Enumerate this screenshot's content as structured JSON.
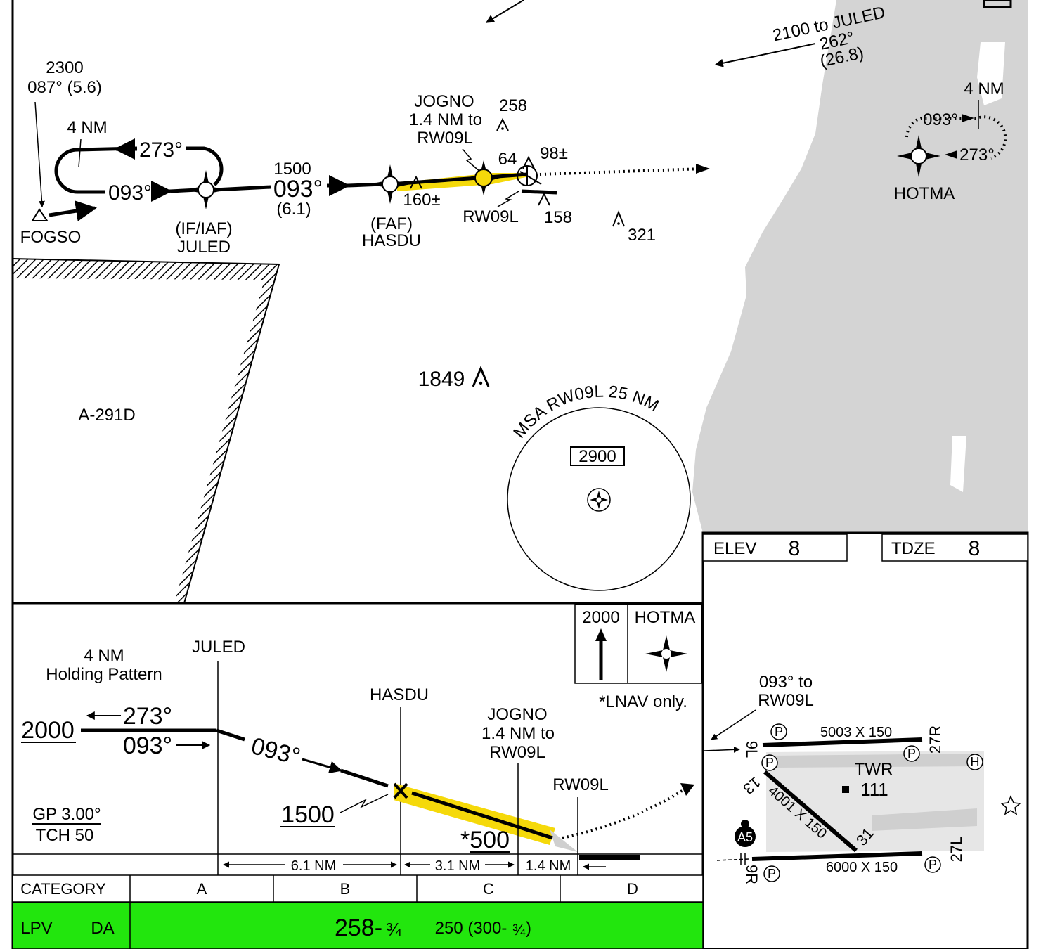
{
  "colors": {
    "land": "#d4d4d4",
    "glidepath_highlight": "#f5d90a",
    "minimums_bg": "#22e60d",
    "line": "#000000"
  },
  "plan_view": {
    "juled_transition": {
      "line1": "2100 to JULED",
      "line2": "262°",
      "line3": "(26.8)"
    },
    "fogso_feeder": {
      "line1": "2300",
      "line2": "087° (5.6)"
    },
    "hold_juled": {
      "length": "4 NM",
      "outbound": "273°",
      "inbound": "093°"
    },
    "segment_juled_hasdu": {
      "altitude": "1500",
      "course": "093°",
      "distance": "(6.1)"
    },
    "jogno": {
      "line1": "JOGNO",
      "line2": "1.4 NM to",
      "line3": "RW09L"
    },
    "fixes": {
      "fogso": "FOGSO",
      "juled_role": "(IF/IAF)",
      "juled": "JULED",
      "hasdu_role": "(FAF)",
      "hasdu": "HASDU",
      "rw09l": "RW09L",
      "hotma": "HOTMA"
    },
    "obstacles": {
      "o258": "258",
      "o160": "160±",
      "o64": "64",
      "o98": "98±",
      "o158": "158",
      "o321": "321",
      "o1849": "1849"
    },
    "hold_hotma": {
      "length": "4 NM",
      "inbound": "093°",
      "outbound": "273°"
    },
    "restricted_area": "A-291D",
    "msa": {
      "label": "MSA RW09L 25 NM",
      "altitude": "2900"
    }
  },
  "airport_info": {
    "elev_label": "ELEV",
    "elev_value": "8",
    "tdze_label": "TDZE",
    "tdze_value": "8"
  },
  "profile": {
    "holding_label_1": "4 NM",
    "holding_label_2": "Holding Pattern",
    "hold_altitude": "2000",
    "hold_outbound": "273°",
    "hold_inbound": "093°",
    "juled": "JULED",
    "descent_course": "093°",
    "hasdu": "HASDU",
    "faf_altitude": "1500",
    "jogno_1": "JOGNO",
    "jogno_2": "1.4 NM to",
    "jogno_3": "RW09L",
    "lnav_stepdown": "*500",
    "rw09l": "RW09L",
    "gp_angle": "GP 3.00°",
    "tch": "TCH 50",
    "distances": [
      "6.1 NM",
      "3.1 NM",
      "1.4 NM"
    ],
    "missed_approach_altitude": "2000",
    "missed_approach_fix": "HOTMA",
    "lnav_note": "*LNAV only."
  },
  "minimums": {
    "header_label": "CATEGORY",
    "categories": [
      "A",
      "B",
      "C",
      "D"
    ],
    "row_label": "LPV",
    "row_type": "DA",
    "da_main": "258-",
    "da_frac": "¾",
    "haa": "250 (300-",
    "haa_frac": "¾",
    "haa_close": ")"
  },
  "airport_diagram": {
    "course_note_1": "093° to",
    "course_note_2": "RW09L",
    "rwy_09l_27r_dims": "5003 X 150",
    "rwy_13_31_dims": "4001 X 150",
    "rwy_09r_27l_dims": "6000 X 150",
    "rwy_9l": "9L",
    "rwy_27r": "27R",
    "rwy_13": "13",
    "rwy_31": "31",
    "rwy_9r": "9R",
    "rwy_27l": "27L",
    "twr_label": "TWR",
    "twr_elev": "111",
    "hold_marker": "A5",
    "parking": "P",
    "heliport": "H"
  }
}
